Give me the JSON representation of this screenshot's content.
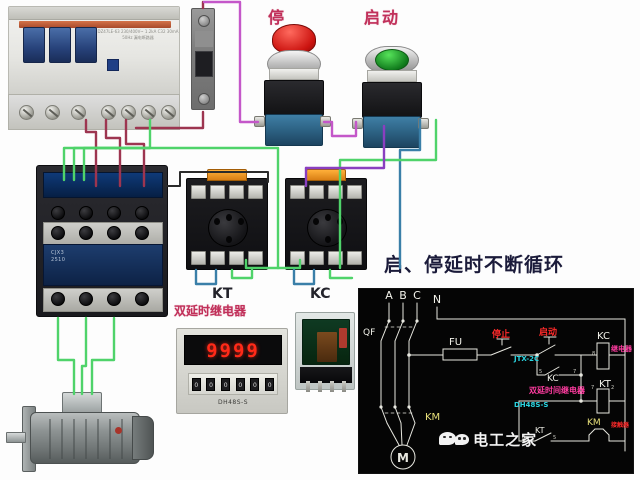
{
  "page": {
    "title_banner": "启、停延时不断循环",
    "background": "#fdfdfd"
  },
  "colors": {
    "label_red": "#c1305a",
    "title_dark": "#1b1b3a",
    "wire_red": "#b03a55",
    "wire_green": "#4fd36a",
    "wire_magenta": "#c457c9",
    "wire_blue": "#3a7fa8",
    "wire_purple": "#8a3fc0",
    "timer_digit": "#ff2a18",
    "schematic_bg": "#050505",
    "schematic_line": "#e8e8e0",
    "schematic_label_yellow": "#e8e07a",
    "schematic_label_red": "#ff2a2a",
    "schematic_label_cyan": "#2ad4e0",
    "schematic_label_magenta": "#ff3ca0"
  },
  "photo_labels": {
    "stop_button": "停",
    "start_button": "启动",
    "timer_socket": "KT",
    "relay_socket": "KC",
    "timer_caption": "双延时继电器"
  },
  "devices": {
    "breaker": {
      "name": "circuit-breaker-rcd",
      "face_text": "DZ47LE-63\n230/400V~\n1.2kA  C32\n30mA  50Hz\n漏电断路器"
    },
    "fuse_module": {
      "name": "fuse-holder"
    },
    "contactor": {
      "name": "ac-contactor",
      "model_line1": "CJX3",
      "model_line2": "2510"
    },
    "timer": {
      "name": "digital-timer",
      "display_value": "9999",
      "model": "DH48S-S",
      "dip_labels": [
        "0",
        "0",
        "0",
        "0",
        "0",
        "0"
      ]
    },
    "relay": {
      "name": "plug-in-relay"
    },
    "motor": {
      "name": "three-phase-motor"
    }
  },
  "schematic": {
    "phases": [
      "A",
      "B",
      "C"
    ],
    "neutral": "N",
    "breaker_label": "QF",
    "fuse_label": "FU",
    "stop_label": "停止",
    "start_label": "启动",
    "relay_coil_label": "KC",
    "relay_coil_note": "继电器",
    "relay_model": "JTX-2C",
    "timer_note": "双延时间继电器",
    "timer_coil_label": "KT",
    "timer_model": "DH48S-S",
    "contactor_coil_label": "KM",
    "contactor_coil_note": "接触器",
    "contactor_contacts_label": "KM",
    "kt_contact_label": "KT",
    "motor_label": "M",
    "kc_aux_label": "KC",
    "pin_numbers": {
      "kc_aux_left": "5",
      "kc_aux_right": "7",
      "kc_coil": "8",
      "kt_left": "7",
      "kt_right": "2",
      "kt_contact_left": "8",
      "kt_contact_right": "5"
    }
  },
  "watermark": {
    "text": "电工之家",
    "icon": "wechat-icon"
  }
}
